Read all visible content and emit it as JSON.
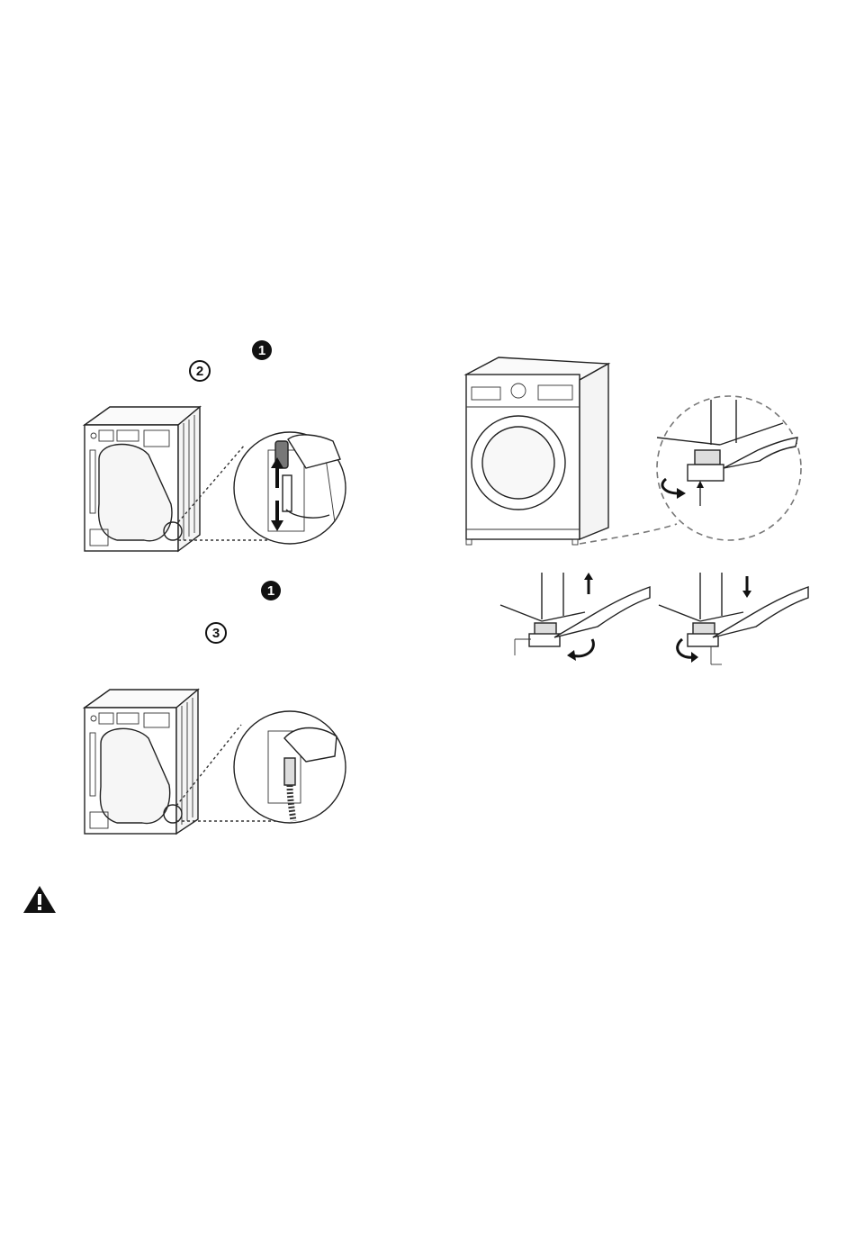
{
  "markers": {
    "step1": "1",
    "step2": "2",
    "step1b": "1",
    "step3": "3"
  },
  "icons": {
    "warning": "warning-triangle-icon",
    "circle_number": "numbered-circle-icon"
  },
  "colors": {
    "line": "#222222",
    "fill_light": "#f2f2f2",
    "badge": "#111111"
  }
}
